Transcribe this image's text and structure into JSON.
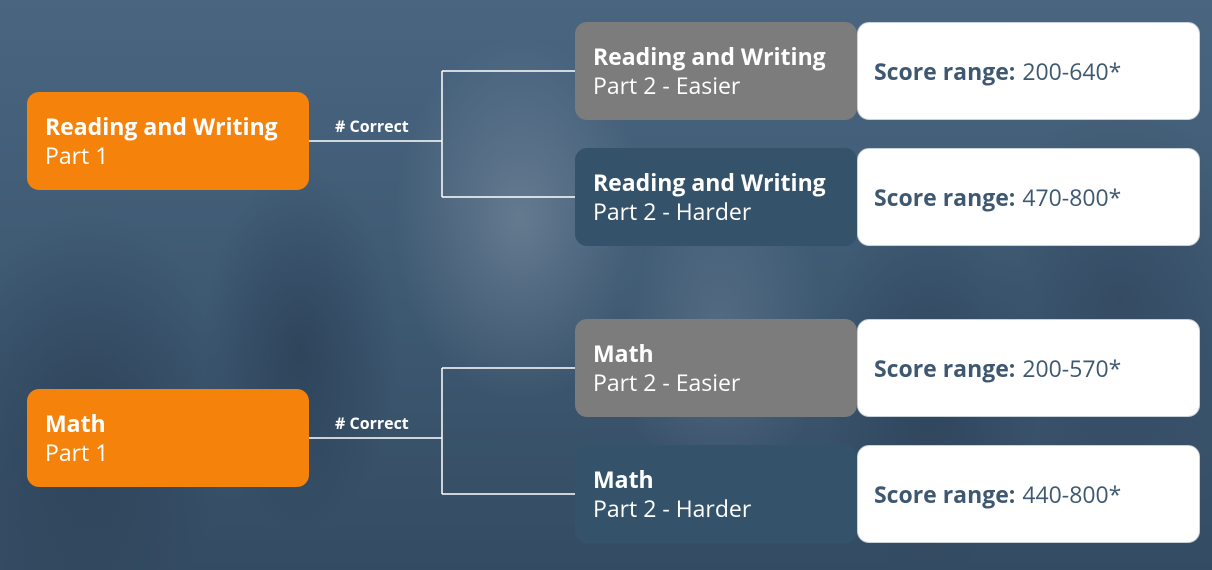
{
  "colors": {
    "part1_box": "#f5820b",
    "easier_box": "#7c7c7c",
    "harder_box": "#34536b",
    "score_text": "#3e5871",
    "background": "#3f5a74"
  },
  "rw": {
    "part1": {
      "title": "Reading and Writing",
      "subtitle": "Part 1"
    },
    "connector_label": "# Correct",
    "easier": {
      "title": "Reading and Writing",
      "subtitle": "Part 2 - Easier"
    },
    "harder": {
      "title": "Reading and Writing",
      "subtitle": "Part 2 - Harder"
    },
    "easier_score": {
      "label": "Score range:",
      "value": "200-640*"
    },
    "harder_score": {
      "label": "Score range:",
      "value": "470-800*"
    }
  },
  "math": {
    "part1": {
      "title": "Math",
      "subtitle": "Part 1"
    },
    "connector_label": "# Correct",
    "easier": {
      "title": "Math",
      "subtitle": "Part 2 - Easier"
    },
    "harder": {
      "title": "Math",
      "subtitle": "Part 2 - Harder"
    },
    "easier_score": {
      "label": "Score range:",
      "value": "200-570*"
    },
    "harder_score": {
      "label": "Score range:",
      "value": "440-800*"
    }
  }
}
